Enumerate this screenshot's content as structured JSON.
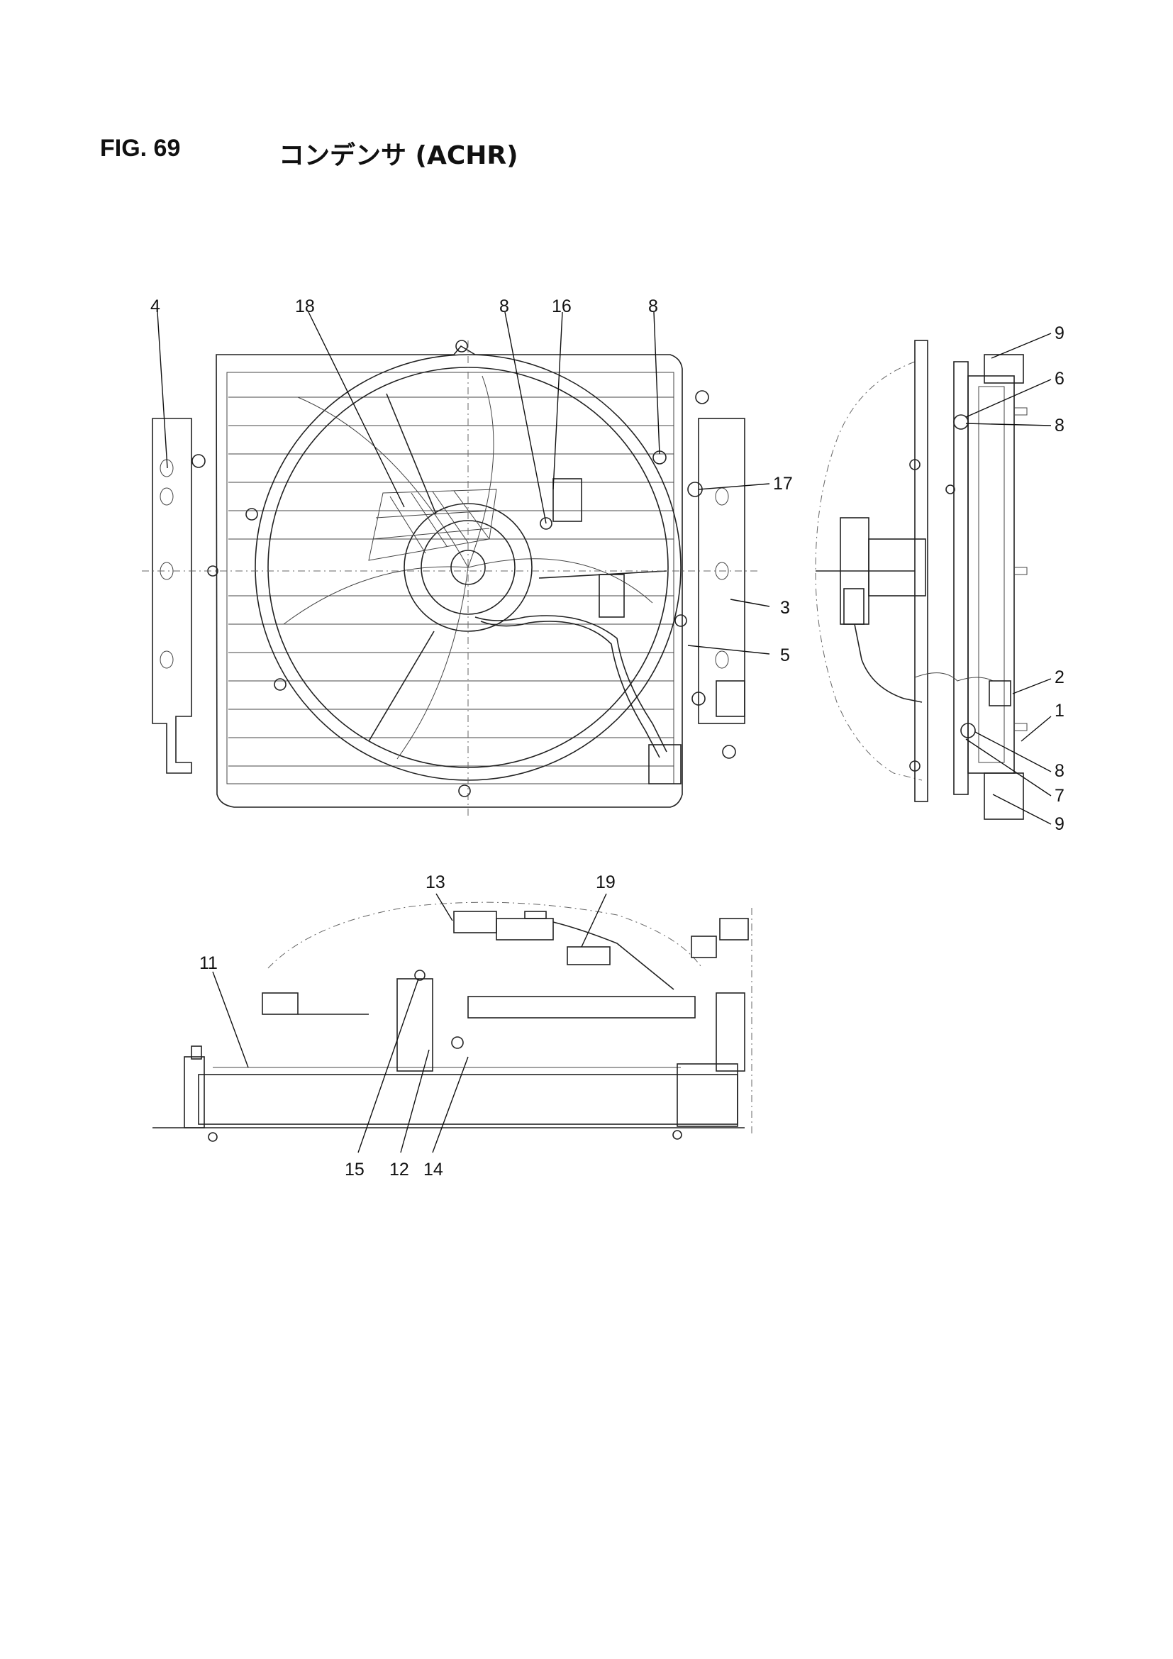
{
  "figure": {
    "number": "FIG. 69",
    "title": "コンデンサ (ACHR)"
  },
  "callouts": {
    "front": [
      "4",
      "18",
      "8",
      "16",
      "8",
      "17",
      "3",
      "5"
    ],
    "side": [
      "9",
      "6",
      "8",
      "2",
      "1",
      "8",
      "7",
      "9"
    ],
    "bottom": [
      "13",
      "19",
      "11",
      "15",
      "12",
      "14"
    ]
  }
}
